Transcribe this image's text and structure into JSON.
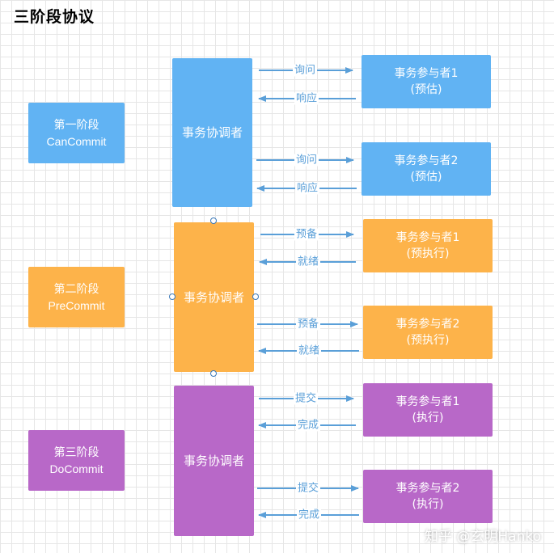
{
  "title": "三阶段协议",
  "colors": {
    "phase1": "#61b3f3",
    "phase2": "#fdb34a",
    "phase3": "#b868c8",
    "arrow": "#5a9fd8"
  },
  "phases": [
    {
      "line1": "第一阶段",
      "line2": "CanCommit"
    },
    {
      "line1": "第二阶段",
      "line2": "PreCommit"
    },
    {
      "line1": "第三阶段",
      "line2": "DoCommit"
    }
  ],
  "coordinators": [
    {
      "label": "事务协调者"
    },
    {
      "label": "事务协调者"
    },
    {
      "label": "事务协调者"
    }
  ],
  "participants": [
    {
      "line1": "事务参与者1",
      "line2": "(预估)"
    },
    {
      "line1": "事务参与者2",
      "line2": "(预估)"
    },
    {
      "line1": "事务参与者1",
      "line2": "(预执行)"
    },
    {
      "line1": "事务参与者2",
      "line2": "(预执行)"
    },
    {
      "line1": "事务参与者1",
      "line2": "(执行)"
    },
    {
      "line1": "事务参与者2",
      "line2": "(执行)"
    }
  ],
  "arrows": [
    {
      "label": "询问"
    },
    {
      "label": "响应"
    },
    {
      "label": "询问"
    },
    {
      "label": "响应"
    },
    {
      "label": "预备"
    },
    {
      "label": "就绪"
    },
    {
      "label": "预备"
    },
    {
      "label": "就绪"
    },
    {
      "label": "提交"
    },
    {
      "label": "完成"
    },
    {
      "label": "提交"
    },
    {
      "label": "完成"
    }
  ],
  "watermark": "知乎 @玄明Hanko"
}
